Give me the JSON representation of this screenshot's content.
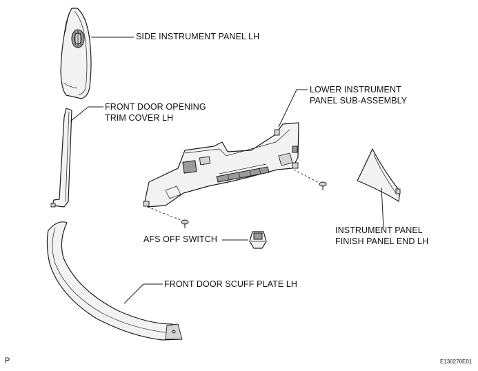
{
  "labels": {
    "side_instrument_panel": "SIDE INSTRUMENT PANEL LH",
    "front_door_opening_trim_cover_l1": "FRONT DOOR OPENING",
    "front_door_opening_trim_cover_l2": "TRIM COVER LH",
    "lower_instrument_panel_l1": "LOWER INSTRUMENT",
    "lower_instrument_panel_l2": "PANEL SUB-ASSEMBLY",
    "instrument_panel_finish_l1": "INSTRUMENT PANEL",
    "instrument_panel_finish_l2": "FINISH PANEL END LH",
    "afs_off_switch": "AFS OFF SWITCH",
    "front_door_scuff_plate": "FRONT DOOR SCUFF PLATE LH"
  },
  "corner": {
    "left": "P",
    "right": "E130270E01"
  }
}
